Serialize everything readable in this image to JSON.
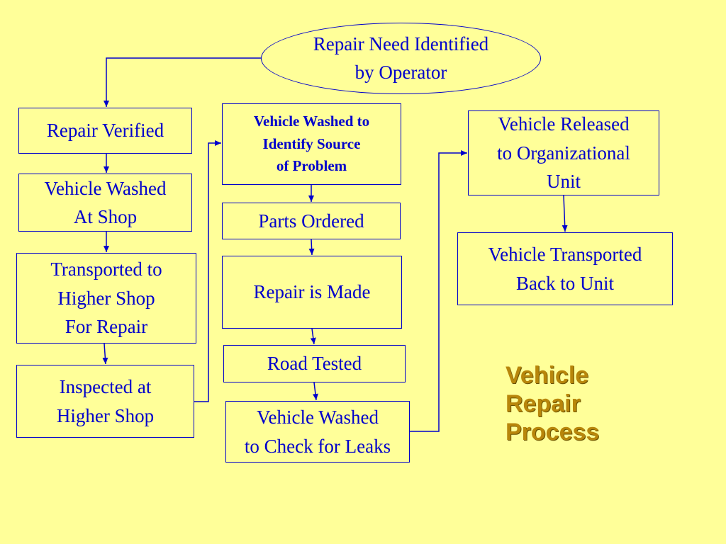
{
  "title": "Vehicle\nRepair\nProcess",
  "colors": {
    "background": "#FFFF99",
    "node_border": "#0000CC",
    "node_text": "#0000CC",
    "title_text": "#B8860B"
  },
  "nodes": {
    "repair_need": "Repair Need Identified\nby Operator",
    "repair_verified": "Repair Verified",
    "washed_at_shop": "Vehicle Washed\nAt Shop",
    "transported_higher": "Transported to\nHigher Shop\nFor Repair",
    "inspected": "Inspected at\nHigher Shop",
    "washed_identify": "Vehicle Washed to\nIdentify Source\nof Problem",
    "parts_ordered": "Parts Ordered",
    "repair_made": "Repair is Made",
    "road_tested": "Road Tested",
    "washed_leaks": "Vehicle Washed\nto Check for Leaks",
    "released": "Vehicle Released\nto Organizational\nUnit",
    "transported_back": "Vehicle Transported\nBack to Unit"
  },
  "edges": [
    {
      "from": "repair_need",
      "to": "repair_verified"
    },
    {
      "from": "repair_verified",
      "to": "washed_at_shop"
    },
    {
      "from": "washed_at_shop",
      "to": "transported_higher"
    },
    {
      "from": "transported_higher",
      "to": "inspected"
    },
    {
      "from": "inspected",
      "to": "washed_identify"
    },
    {
      "from": "washed_identify",
      "to": "parts_ordered"
    },
    {
      "from": "parts_ordered",
      "to": "repair_made"
    },
    {
      "from": "repair_made",
      "to": "road_tested"
    },
    {
      "from": "road_tested",
      "to": "washed_leaks"
    },
    {
      "from": "washed_leaks",
      "to": "released"
    },
    {
      "from": "released",
      "to": "transported_back"
    }
  ]
}
